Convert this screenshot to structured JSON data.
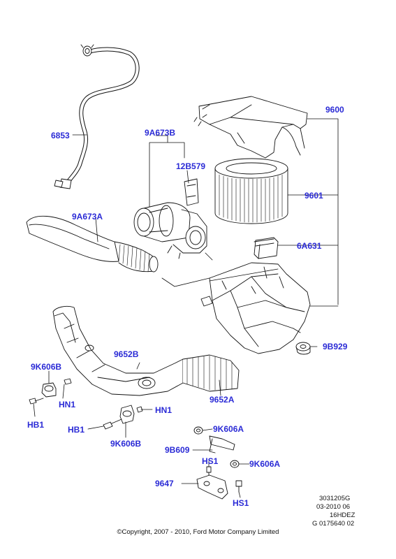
{
  "callouts": {
    "c6853": "6853",
    "c9a673b": "9A673B",
    "c12b579": "12B579",
    "c9600": "9600",
    "c9601": "9601",
    "c9a673a": "9A673A",
    "c6a631": "6A631",
    "c9b929": "9B929",
    "c9652b": "9652B",
    "c9k606b_top": "9K606B",
    "chn1_left": "HN1",
    "chb1_left": "HB1",
    "c9652a": "9652A",
    "chn1_mid": "HN1",
    "chb1_mid": "HB1",
    "c9k606b_mid": "9K606B",
    "c9k606a_top": "9K606A",
    "c9b609": "9B609",
    "chs1_top": "HS1",
    "c9k606a_bot": "9K606A",
    "c9647": "9647",
    "chs1_bot": "HS1"
  },
  "meta": {
    "line1": "3031205G",
    "line2": "03-2010 06",
    "line3": "16HDEZ",
    "line4": "G 0175640 02"
  },
  "copyright": "©Copyright, 2007 - 2010, Ford Motor Company Limited",
  "colors": {
    "callout": "#2b2bd6",
    "line": "#111111"
  }
}
